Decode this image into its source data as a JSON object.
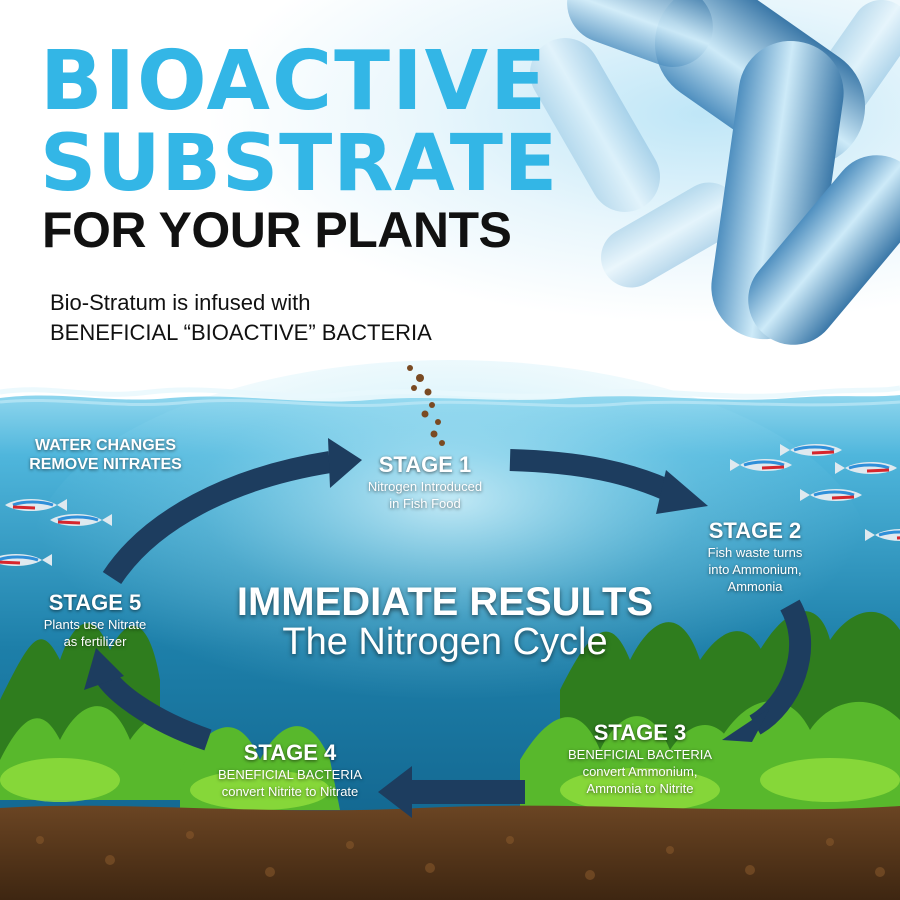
{
  "header": {
    "title_line1": "BIOACTIVE",
    "title_line2": "SUBSTRATE",
    "title_line3": "FOR YOUR PLANTS",
    "subtitle_line1": "Bio-Stratum is infused with",
    "subtitle_line2": "BENEFICIAL “BIOACTIVE” BACTERIA"
  },
  "cycle": {
    "heading": "IMMEDIATE RESULTS",
    "subheading": "The Nitrogen Cycle",
    "water_note": "WATER CHANGES REMOVE NITRATES",
    "stages": [
      {
        "title": "STAGE 1",
        "line1": "Nitrogen Introduced",
        "line2": "in Fish Food"
      },
      {
        "title": "STAGE 2",
        "line1": "Fish waste turns",
        "line2": "into Ammonium,",
        "line3": "Ammonia"
      },
      {
        "title": "STAGE 3",
        "line1": "BENEFICIAL BACTERIA",
        "line2": "convert Ammonium,",
        "line3": "Ammonia to Nitrite"
      },
      {
        "title": "STAGE 4",
        "line1": "BENEFICIAL BACTERIA",
        "line2": "convert Nitrite to Nitrate"
      },
      {
        "title": "STAGE 5",
        "line1": "Plants use Nitrate",
        "line2": "as fertilizer"
      }
    ]
  },
  "colors": {
    "title_blue": "#33b6e6",
    "arrow_navy": "#1d3d5f",
    "water_top": "#8fd6ee",
    "water_deep": "#0f5d86",
    "plant_green": "#4caf2b",
    "substrate_brown": "#5a3a1e"
  }
}
